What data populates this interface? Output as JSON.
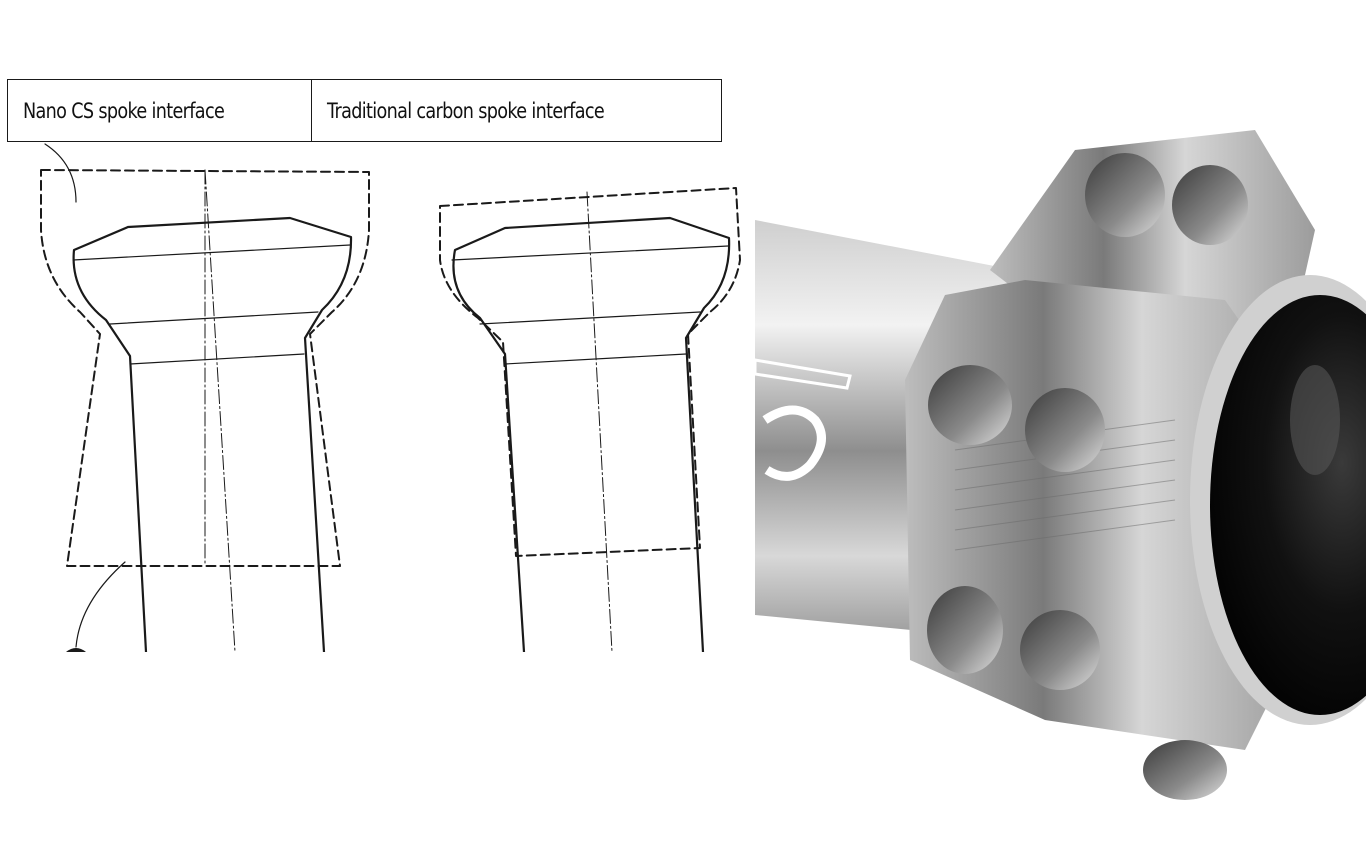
{
  "header": {
    "left_label": "Nano CS spoke interface",
    "right_label": "Traditional carbon spoke interface"
  },
  "illustrations": {
    "left_drawing": "spoke-interface-drawing-left",
    "right_drawing": "spoke-interface-drawing-right",
    "photo": "hub-flange-photo"
  },
  "colors": {
    "line": "#1a1a1a",
    "metal_light": "#e4e4e4",
    "metal_mid": "#a8a8a8",
    "metal_dark": "#5e5e5e",
    "bearing_black": "#0d0d0d"
  }
}
